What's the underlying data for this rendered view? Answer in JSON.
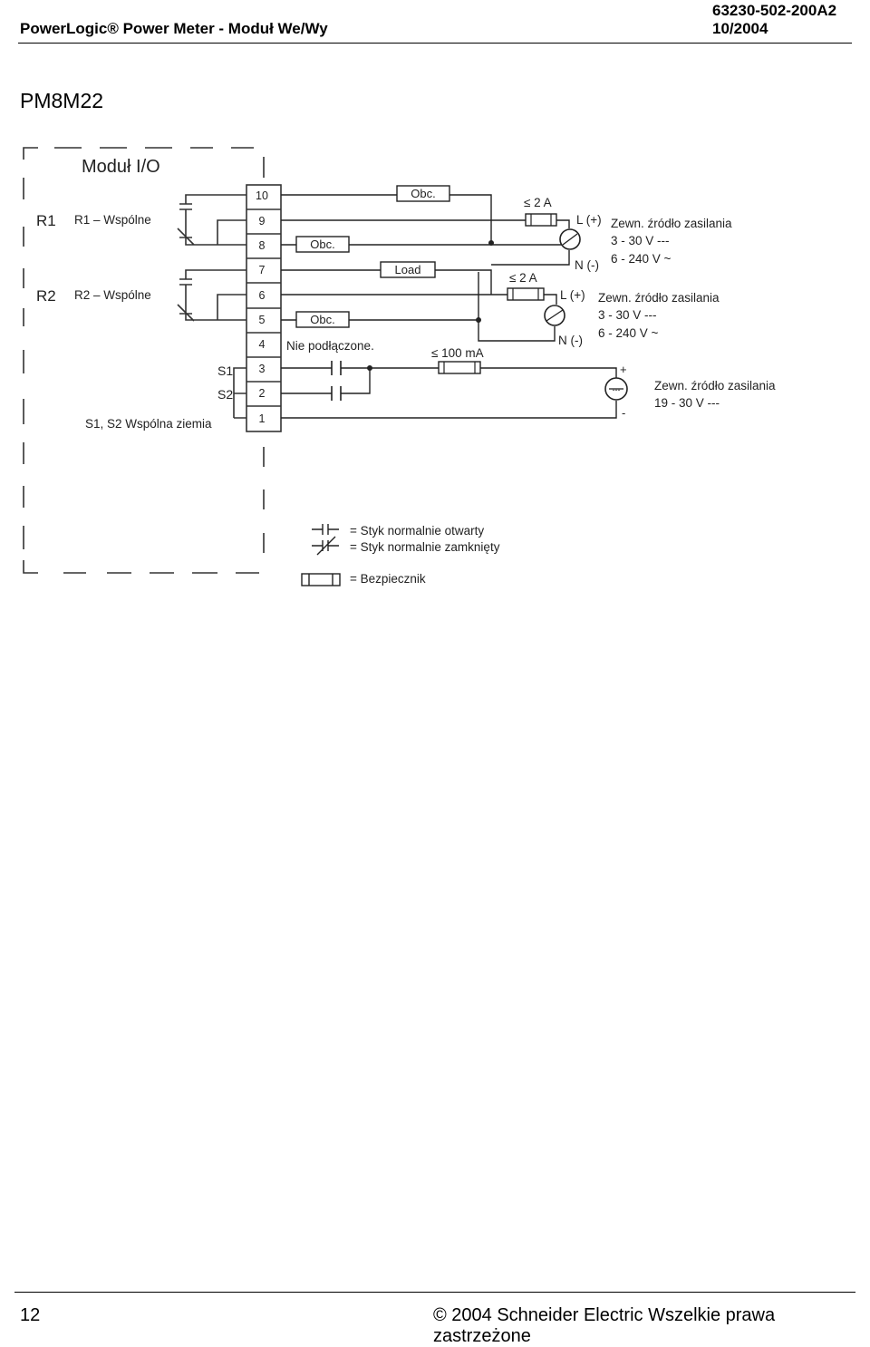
{
  "header": {
    "title": "PowerLogic® Power Meter - Moduł We/Wy",
    "doc_code": "63230-502-200A2",
    "date": "10/2004"
  },
  "page_title": "PM8M22",
  "diagram": {
    "module_label": "Moduł I/O",
    "relay1": "R1",
    "relay1_common": "R1 – Wspólne",
    "relay2": "R2",
    "relay2_common": "R2 – Wspólne",
    "terminals": [
      "10",
      "9",
      "8",
      "7",
      "6",
      "5",
      "4",
      "3",
      "2",
      "1"
    ],
    "s1": "S1",
    "s2": "S2",
    "ground_common": "S1, S2 Wspólna ziemia",
    "load1": "Obc.",
    "load2": "Obc.",
    "load3": "Load",
    "load4": "Obc.",
    "not_connected": "Nie podłączone.",
    "fuse1": "≤ 2 A",
    "fuse2": "≤ 2 A",
    "fuse3": "≤ 100 mA",
    "l_plus_1": "L (+)",
    "n_minus_1": "N (-)",
    "l_plus_2": "L (+)",
    "n_minus_2": "N (-)",
    "src1_title": "Zewn. źródło zasilania",
    "src1_dc": "3 - 30 V ---",
    "src1_ac": "6 - 240 V ~",
    "src2_title": "Zewn. źródło zasilania",
    "src2_dc": "3 - 30 V ---",
    "src2_ac": "6 - 240 V ~",
    "src3_title": "Zewn. źródło zasilania",
    "src3_dc": "19 - 30 V ---",
    "plus": "+",
    "minus": "-",
    "dc_symbol": "---",
    "legend_no": "= Styk normalnie otwarty",
    "legend_nc": "= Styk normalnie zamknięty",
    "legend_fuse": "= Bezpiecznik"
  },
  "footer": {
    "page": "12",
    "copyright": "© 2004 Schneider Electric Wszelkie prawa zastrzeżone"
  }
}
